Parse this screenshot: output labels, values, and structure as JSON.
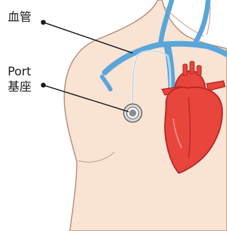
{
  "labels": {
    "vessel": "血管",
    "port_line1": "Port",
    "port_line2": "基座"
  },
  "colors": {
    "skin": "#f9e3d3",
    "outline": "#b48c7a",
    "vessel_blue": "#5aa6d8",
    "vessel_dark": "#3b86bd",
    "heart_red": "#e8453c",
    "heart_dark": "#b7282a",
    "port_gray": "#8c8c8c",
    "leader": "#1a1a1a"
  }
}
